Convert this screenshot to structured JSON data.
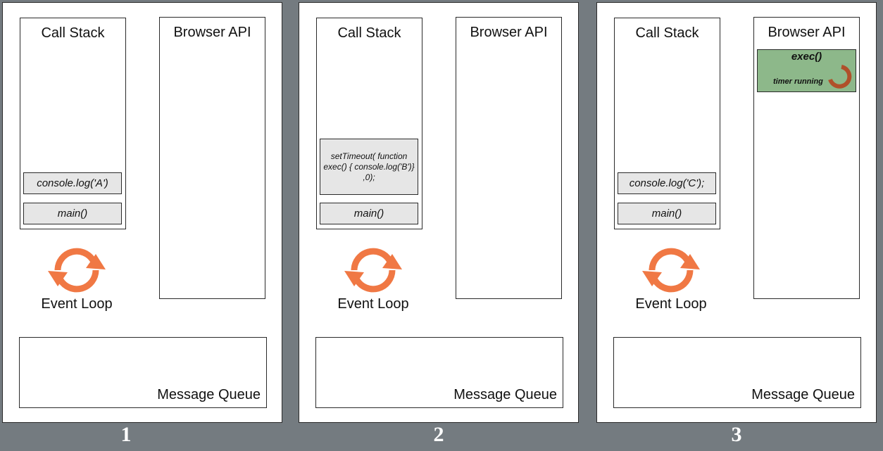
{
  "colors": {
    "background": "#747b80",
    "frame_fill": "#e6e6e6",
    "timer_fill": "#8db88a",
    "loop_arrows": "#f07844",
    "spinner": "#b0502a"
  },
  "panels": [
    {
      "number": "1",
      "call_stack_title": "Call Stack",
      "browser_api_title": "Browser API",
      "message_queue_title": "Message Queue",
      "event_loop_label": "Event Loop",
      "frames": [
        "console.log('A')",
        "main()"
      ]
    },
    {
      "number": "2",
      "call_stack_title": "Call Stack",
      "browser_api_title": "Browser API",
      "message_queue_title": "Message Queue",
      "event_loop_label": "Event Loop",
      "frames": [
        "setTimeout( function exec() { console.log('B')} ,0);",
        "main()"
      ]
    },
    {
      "number": "3",
      "call_stack_title": "Call Stack",
      "browser_api_title": "Browser API",
      "message_queue_title": "Message Queue",
      "event_loop_label": "Event Loop",
      "frames": [
        "console.log('C');",
        "main()"
      ],
      "timer": {
        "name": "exec()",
        "status": "timer running",
        "icon": "spinner-icon"
      }
    }
  ]
}
